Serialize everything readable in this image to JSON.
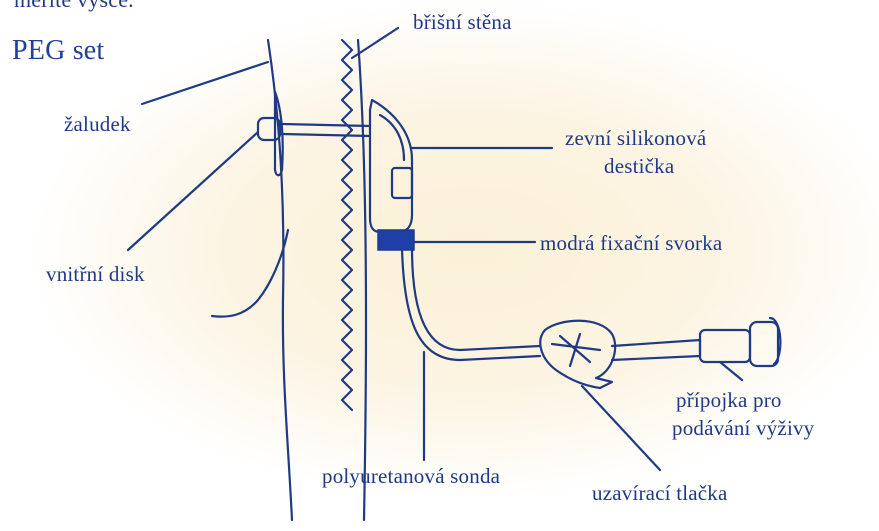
{
  "top_cut_text": "měřítě výšce.",
  "title": "PEG set",
  "labels": {
    "stena": "břišní stěna",
    "zaludek": "žaludek",
    "destička_1": "zevní silikonová",
    "destička_2": "destička",
    "svorka": "modrá fixační svorka",
    "disk": "vnitřní disk",
    "pripojka_1": "přípojka pro",
    "pripojka_2": "podávání výživy",
    "sonda": "polyuretanová sonda",
    "tlacka": "uzavírací tlačka"
  },
  "colors": {
    "ink": "#1f3a85",
    "clamp_blue": "#1f3fa8",
    "background_tint": "#fbf1d8"
  }
}
